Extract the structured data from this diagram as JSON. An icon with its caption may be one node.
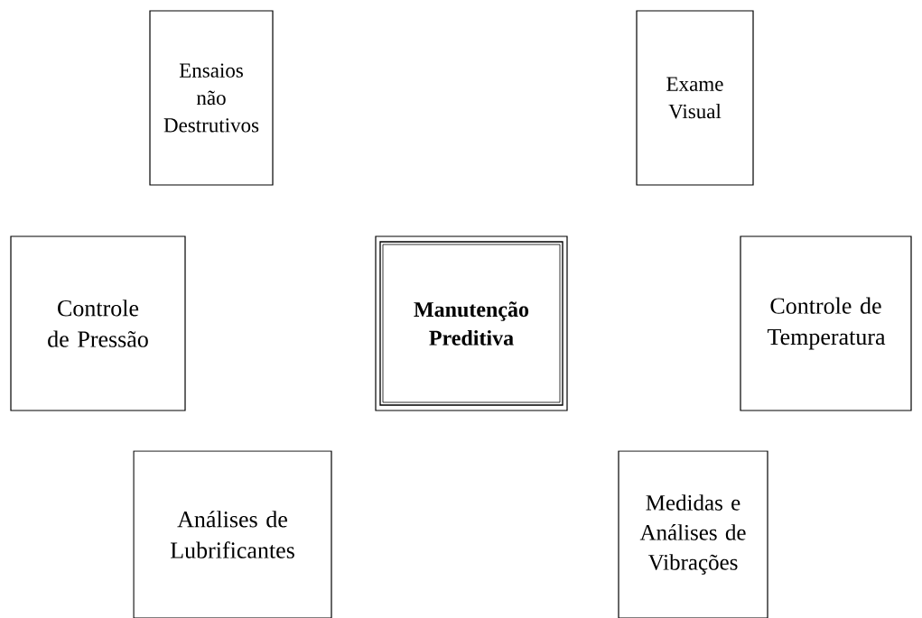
{
  "diagram": {
    "nodes": [
      {
        "text": [
          "Ensaios não Destrutivos"
        ]
      },
      {
        "text": [
          "Exame Visual"
        ]
      },
      {
        "text": [
          "Controle de Pressão"
        ]
      },
      {
        "text": [
          "Manutenção Preditiva"
        ]
      },
      {
        "text": [
          "Controle de Temperatura"
        ]
      },
      {
        "text": [
          "Análises de Lubrificantes"
        ]
      },
      {
        "text": [
          "Medidas e Análises de Vibrações"
        ]
      }
    ]
  }
}
